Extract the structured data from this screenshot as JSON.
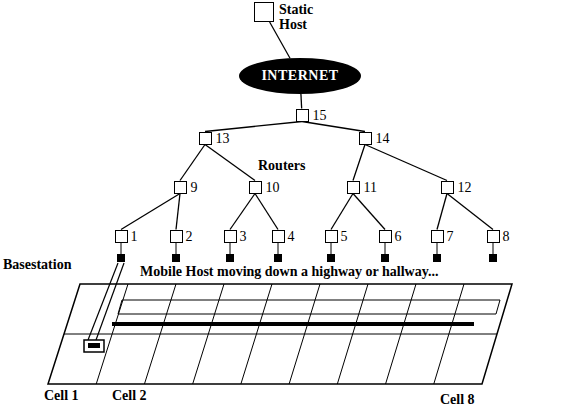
{
  "diagram": {
    "nodes": [
      {
        "text": [
          "Static Host"
        ]
      },
      {
        "text": [
          "INTERNET"
        ]
      },
      {
        "text": [
          "15"
        ]
      },
      {
        "text": [
          "13"
        ]
      },
      {
        "text": [
          "14"
        ]
      },
      {
        "text": [
          "9"
        ]
      },
      {
        "text": [
          "10"
        ]
      },
      {
        "text": [
          "11"
        ]
      },
      {
        "text": [
          "12"
        ]
      },
      {
        "text": [
          "1"
        ]
      },
      {
        "text": [
          "2"
        ]
      },
      {
        "text": [
          "3"
        ]
      },
      {
        "text": [
          "4"
        ]
      },
      {
        "text": [
          "5"
        ]
      },
      {
        "text": [
          "6"
        ]
      },
      {
        "text": [
          "7"
        ]
      },
      {
        "text": [
          "8"
        ]
      }
    ],
    "edges": [
      {
        "from": 0,
        "to": 1,
        "arrow": "none"
      },
      {
        "from": 1,
        "to": 2,
        "arrow": "none"
      },
      {
        "from": 2,
        "to": 3,
        "arrow": "none"
      },
      {
        "from": 2,
        "to": 4,
        "arrow": "none"
      },
      {
        "from": 3,
        "to": 5,
        "arrow": "none"
      },
      {
        "from": 3,
        "to": 6,
        "arrow": "none"
      },
      {
        "from": 4,
        "to": 7,
        "arrow": "none"
      },
      {
        "from": 4,
        "to": 8,
        "arrow": "none"
      },
      {
        "from": 5,
        "to": 9,
        "arrow": "none"
      },
      {
        "from": 5,
        "to": 10,
        "arrow": "none"
      },
      {
        "from": 6,
        "to": 11,
        "arrow": "none"
      },
      {
        "from": 6,
        "to": 12,
        "arrow": "none"
      },
      {
        "from": 7,
        "to": 13,
        "arrow": "none"
      },
      {
        "from": 7,
        "to": 14,
        "arrow": "none"
      },
      {
        "from": 8,
        "to": 15,
        "arrow": "none"
      },
      {
        "from": 8,
        "to": 16,
        "arrow": "none"
      }
    ],
    "labels": [
      "Routers",
      "Basestation",
      "Mobile Host moving down a highway or hallway...",
      "Cell 1",
      "Cell 2",
      "Cell 8"
    ]
  }
}
